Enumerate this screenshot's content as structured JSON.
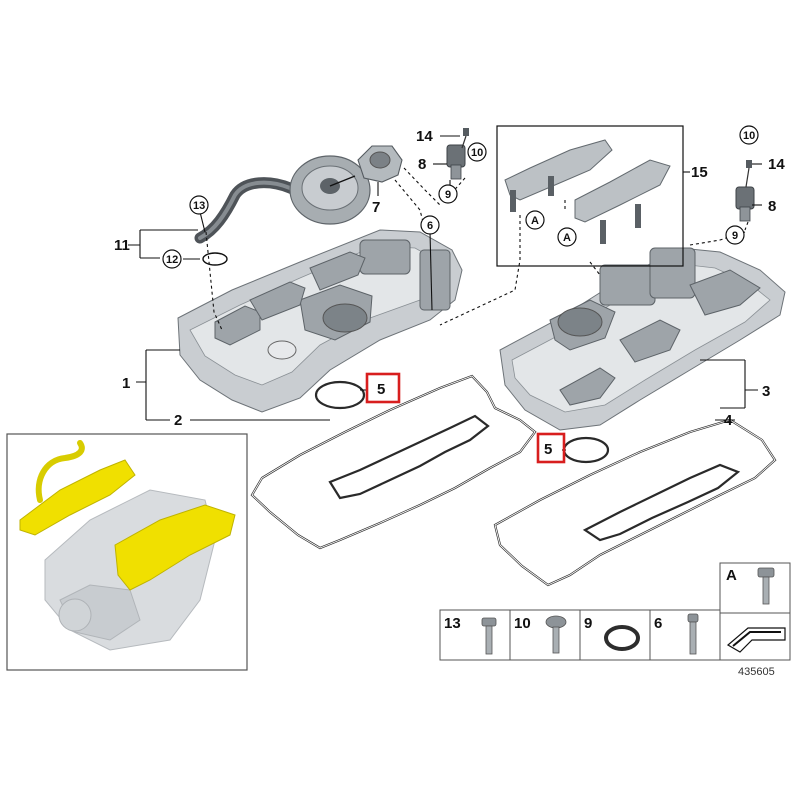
{
  "callouts": {
    "c1": "1",
    "c2": "2",
    "c3": "3",
    "c4": "4",
    "c5a": "5",
    "c5b": "5",
    "c6": "6",
    "c7": "7",
    "c8a": "8",
    "c8b": "8",
    "c9a": "9",
    "c9b": "9",
    "c10a": "10",
    "c10b": "10",
    "c11": "11",
    "c12": "12",
    "c13": "13",
    "c14a": "14",
    "c14b": "14",
    "c15": "15",
    "refA1": "A",
    "refA2": "A"
  },
  "legend": {
    "a": "A",
    "i13": "13",
    "i10": "10",
    "i9": "9",
    "i6": "6"
  },
  "part_number": "435605",
  "colors": {
    "highlight_box": "#d81e1e",
    "engine_highlight": "#f0e000",
    "cover_metal": "#c9cdd1"
  }
}
